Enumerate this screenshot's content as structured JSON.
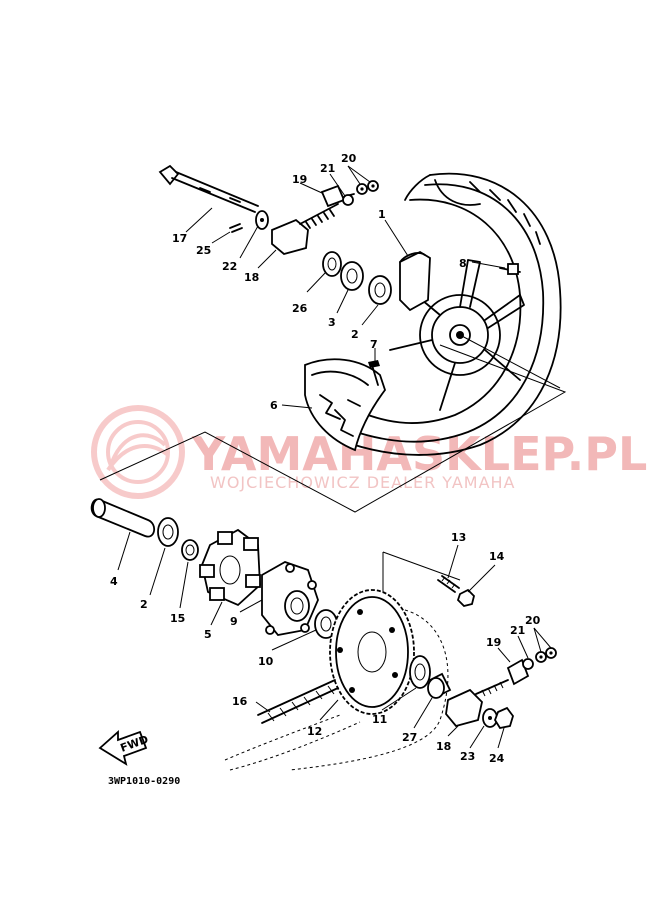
{
  "diagram_code": "3WP1010-0290",
  "fwd_label": "FWD",
  "watermark": {
    "brand": "YAMAHASKLEP.PL",
    "tagline": "WOJCIECHOWICZ DEALER YAMAHA"
  },
  "callouts": {
    "c1": "1",
    "c2a": "2",
    "c2b": "2",
    "c3": "3",
    "c4": "4",
    "c5": "5",
    "c6": "6",
    "c7": "7",
    "c8": "8",
    "c9": "9",
    "c10": "10",
    "c11": "11",
    "c12": "12",
    "c13": "13",
    "c14": "14",
    "c15": "15",
    "c16": "16",
    "c17": "17",
    "c18a": "18",
    "c18b": "18",
    "c19a": "19",
    "c19b": "19",
    "c20a": "20",
    "c20b": "20",
    "c21a": "21",
    "c21b": "21",
    "c22": "22",
    "c23": "23",
    "c24": "24",
    "c25": "25",
    "c26": "26",
    "c27": "27"
  }
}
